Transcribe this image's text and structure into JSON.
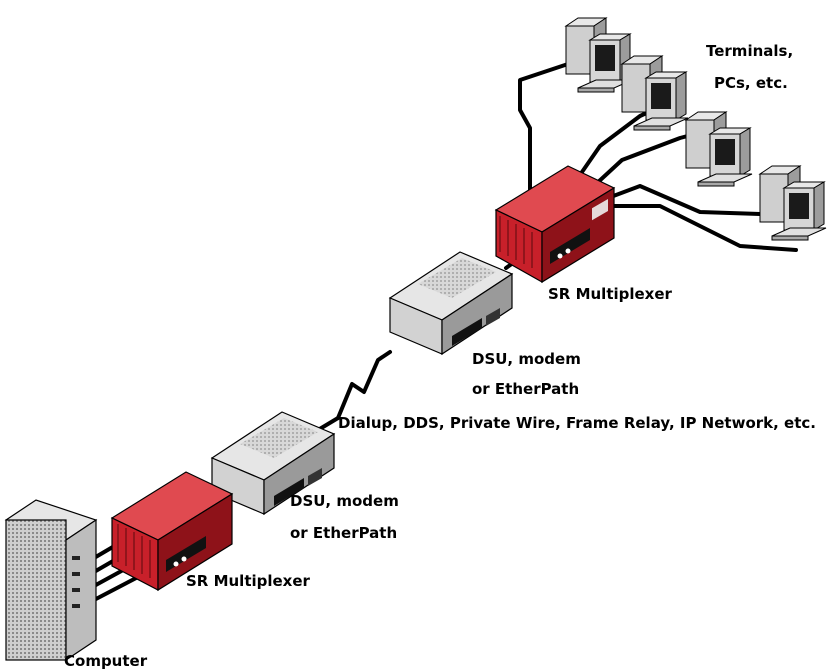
{
  "labels": {
    "terminals": "Terminals,",
    "pcs": "PCs, etc.",
    "sr_mux_top": "SR Multiplexer",
    "dsu_top_line1": "DSU, modem",
    "dsu_top_line2": "or EtherPath",
    "network": "Dialup, DDS, Private Wire, Frame Relay, IP Network, etc.",
    "dsu_bottom_line1": "DSU, modem",
    "dsu_bottom_line2": "or EtherPath",
    "sr_mux_bottom": "SR Multiplexer",
    "computer": "Computer"
  },
  "colors": {
    "mux_red": "#c8202a",
    "mux_red_dark": "#8e1219",
    "mux_red_light": "#e04a50",
    "dsu_gray": "#d2d2d2",
    "dsu_gray_dark": "#9a9a9a",
    "dsu_gray_light": "#e6e6e6",
    "cable": "#000000"
  }
}
